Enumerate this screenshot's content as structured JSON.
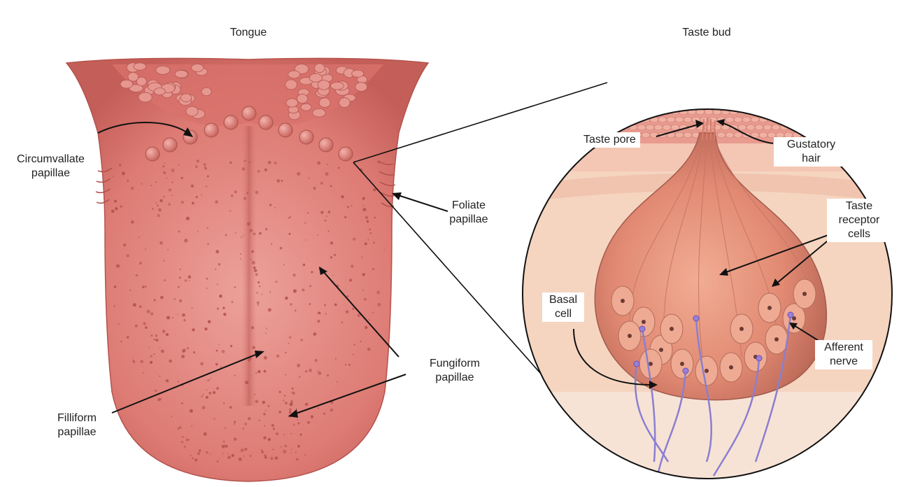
{
  "titles": {
    "left": "Tongue",
    "right": "Taste bud"
  },
  "tongue_labels": {
    "circumvallate": [
      "Circumvallate",
      "papillae"
    ],
    "foliate": [
      "Foliate",
      "papillae"
    ],
    "fungiform": [
      "Fungiform",
      "papillae"
    ],
    "filliform": [
      "Filliform",
      "papillae"
    ]
  },
  "bud_labels": {
    "taste_pore": "Taste pore",
    "gustatory_hair": [
      "Gustatory",
      "hair"
    ],
    "taste_receptor_cells": [
      "Taste",
      "receptor",
      "cells"
    ],
    "basal_cell": [
      "Basal",
      "cell"
    ],
    "afferent_nerve": [
      "Afferent",
      "nerve"
    ]
  },
  "colors": {
    "tongue": "#e0807a",
    "tongue_shade": "#b9524f",
    "bud": "#e89a83",
    "nerve": "#8a7fd0",
    "background_tissue": "#f6d9c6"
  }
}
